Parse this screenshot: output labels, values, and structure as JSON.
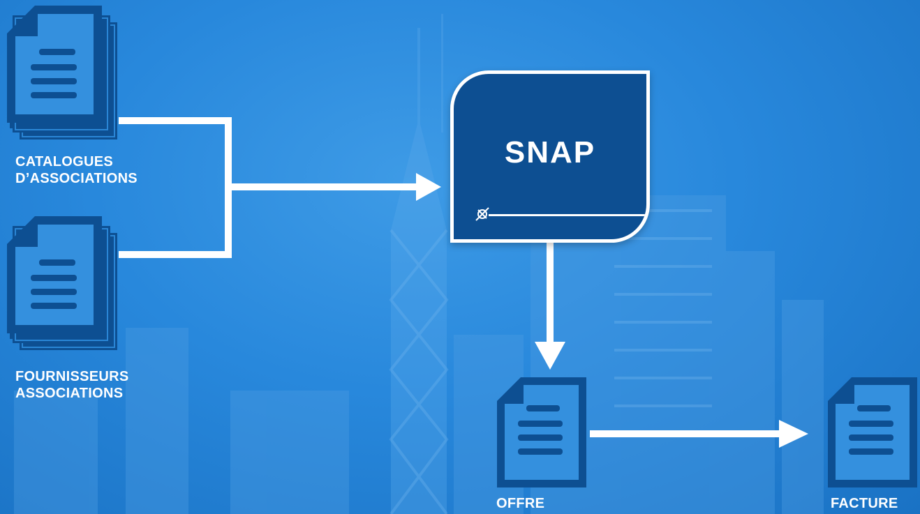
{
  "colors": {
    "background": "#2888dc",
    "icon_fill": "#0d4f92",
    "connector": "#ffffff",
    "snap_box": "#0d4f92",
    "text": "#ffffff"
  },
  "nodes": {
    "catalogues": {
      "icon": "document-stack-icon",
      "line1": "CATALOGUES",
      "line2": "D’ASSOCIATIONS"
    },
    "fournisseurs": {
      "icon": "document-stack-icon",
      "line1": "FOURNISSEURS",
      "line2": "ASSOCIATIONS"
    },
    "snap": {
      "title": "SNAP",
      "logo_icon": "crosshair-logo-icon"
    },
    "offre": {
      "icon": "document-icon",
      "label": "OFFRE"
    },
    "facture": {
      "icon": "document-icon",
      "label": "FACTURE"
    }
  }
}
